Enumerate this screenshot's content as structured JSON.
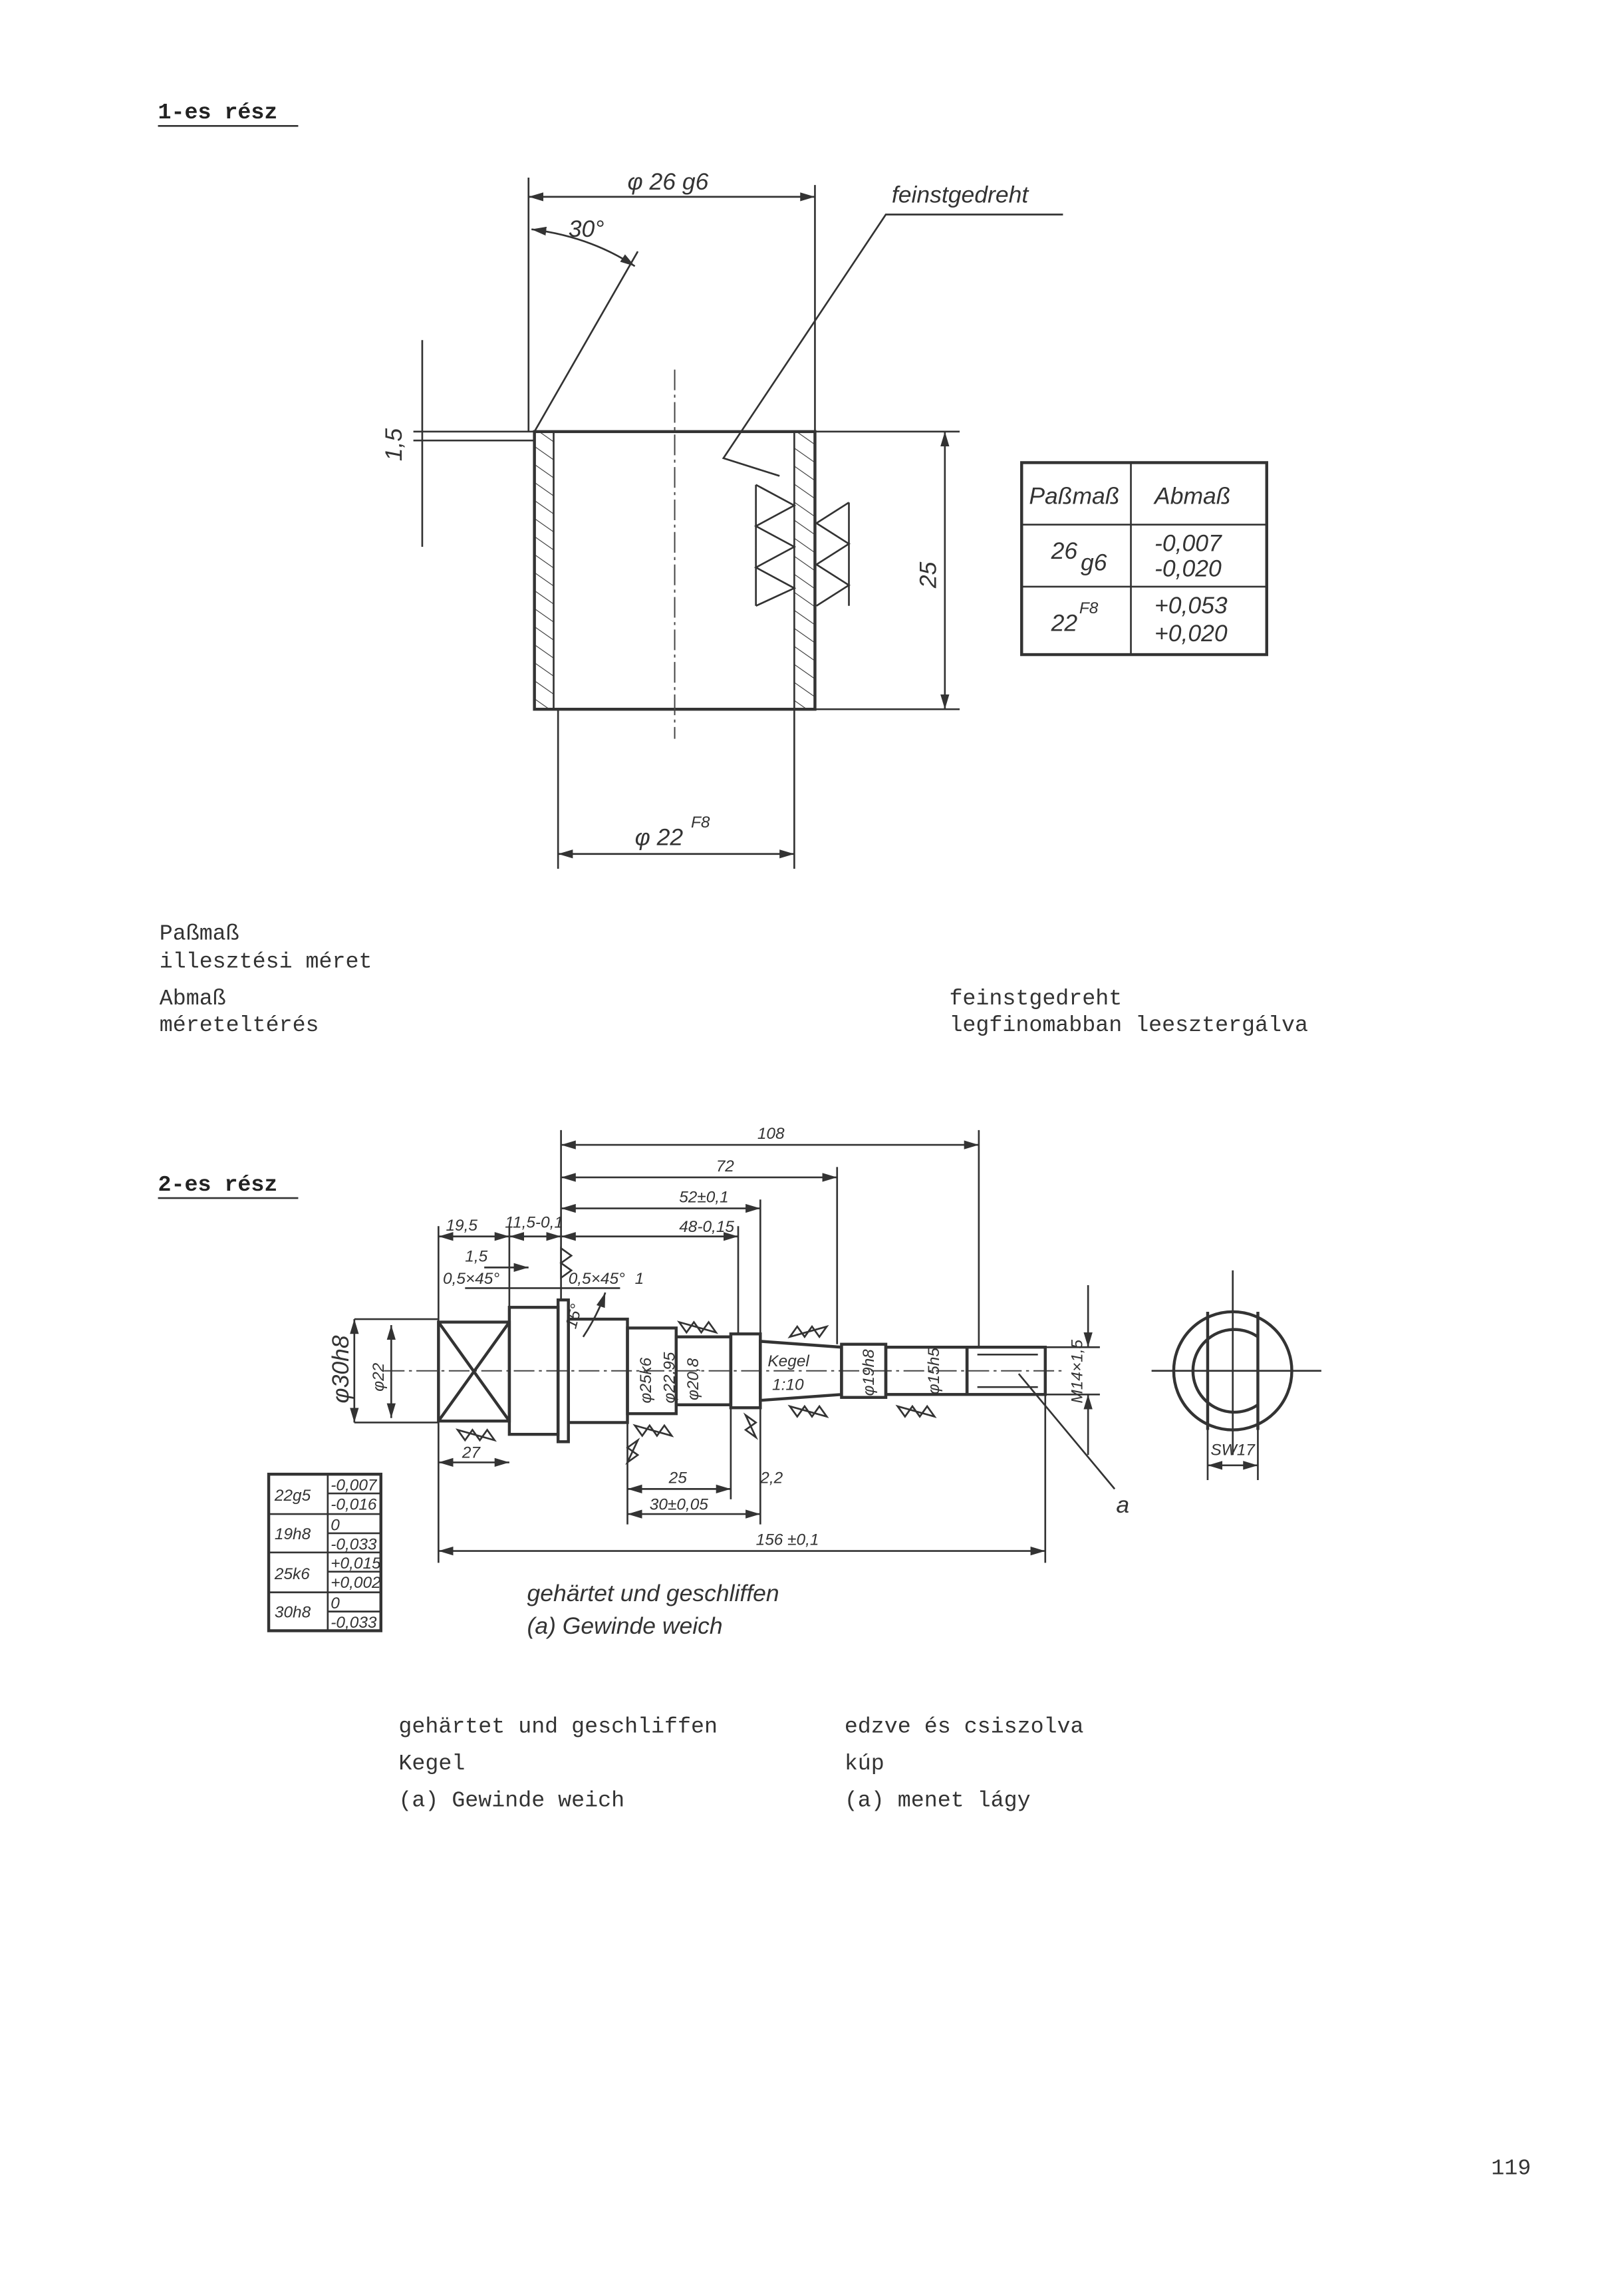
{
  "part1": {
    "heading": "1-es rész",
    "dim_outer": "φ 26 g6",
    "dim_angle": "30°",
    "dim_chamfer": "1,5",
    "dim_length": "25",
    "dim_inner": "φ 22",
    "dim_inner_sup": "F8",
    "surface_note": "feinstgedreht",
    "table": {
      "headers": [
        "Paßmaß",
        "Abmaß"
      ],
      "rows": [
        {
          "size": "26",
          "fit": "g6",
          "upper": "-0,007",
          "lower": "-0,020"
        },
        {
          "size": "22",
          "fit": "F8",
          "upper": "+0,053",
          "lower": "+0,020"
        }
      ]
    }
  },
  "glossary1": {
    "left": [
      {
        "term": "Paßmaß",
        "translation": "illesztési méret"
      },
      {
        "term": "Abmaß",
        "translation": "méreteltérés"
      }
    ],
    "right": {
      "term": "feinstgedreht",
      "translation": "legfinomabban leesztergálva"
    }
  },
  "part2": {
    "heading": "2-es rész",
    "dims": {
      "d108": "108",
      "d72": "72",
      "d52": "52±0,1",
      "d48": "48-0,15",
      "d19_5": "19,5",
      "d11_5": "11,5-0,1",
      "d1_5": "1,5",
      "ch1": "0,5×45°",
      "ch2": "0,5×45°",
      "d1": "1",
      "ang15": "15°",
      "d27": "27",
      "d25": "25",
      "d2_2": "2,2",
      "d30": "30±0,05",
      "d156": "156 ±0,1",
      "phi30": "φ30h8",
      "phi22": "φ22",
      "phi25": "φ25k6",
      "phi22_95": "φ22,95",
      "phi20_8": "φ20,8",
      "kegel": "Kegel",
      "ratio": "1:10",
      "phi19": "φ19h8",
      "phi15": "φ15h5",
      "thread": "M14×1,5",
      "leader_a": "a",
      "sw": "SW17"
    },
    "table": [
      {
        "fit": "22g5",
        "upper": "-0,007",
        "lower": "-0,016"
      },
      {
        "fit": "19h8",
        "upper": "0",
        "lower": "-0,033"
      },
      {
        "fit": "25k6",
        "upper": "+0,015",
        "lower": "+0,002"
      },
      {
        "fit": "30h8",
        "upper": "0",
        "lower": "-0,033"
      }
    ],
    "caption1": "gehärtet und geschliffen",
    "caption2": "(a) Gewinde weich"
  },
  "glossary2": {
    "rows": [
      {
        "de": "gehärtet und geschliffen",
        "hu": "edzve és csiszolva"
      },
      {
        "de": "Kegel",
        "hu": "kúp"
      },
      {
        "de": "(a) Gewinde weich",
        "hu": "(a) menet lágy"
      }
    ]
  },
  "page_number": "119"
}
